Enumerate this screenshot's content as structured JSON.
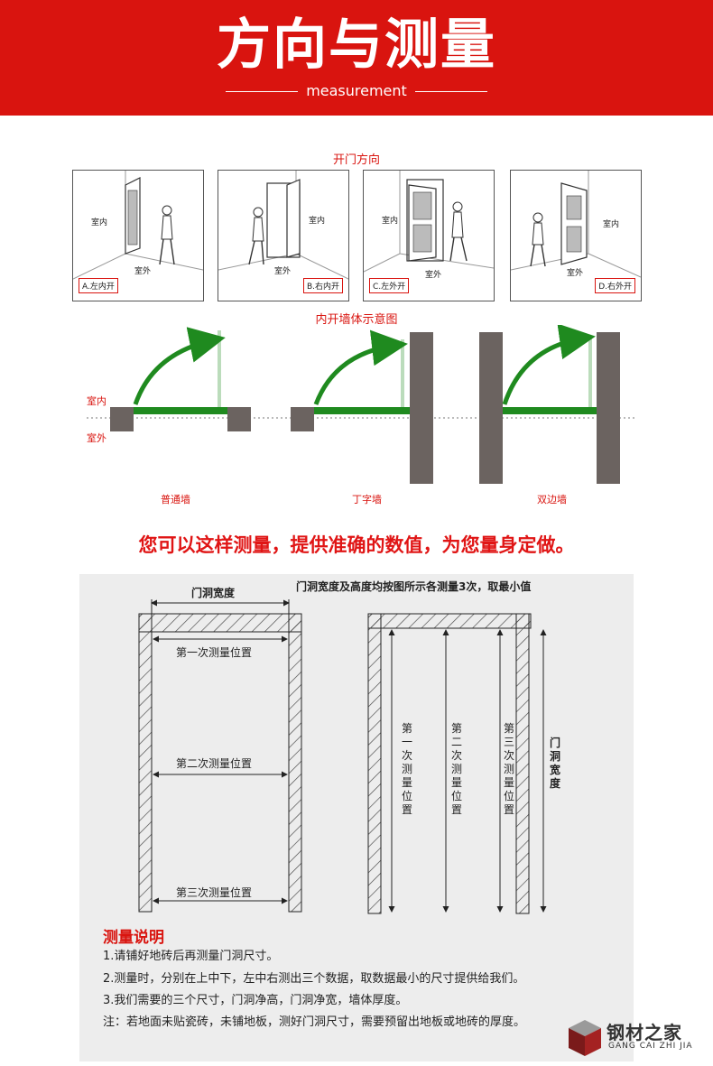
{
  "banner": {
    "title": "方向与测量",
    "subtitle": "measurement"
  },
  "door_direction": {
    "title": "开门方向",
    "panels": [
      {
        "indoor": "室内",
        "outdoor": "室外",
        "label": "A.左内开"
      },
      {
        "indoor": "室内",
        "outdoor": "室外",
        "label": "B.右内开"
      },
      {
        "indoor": "室内",
        "outdoor": "室外",
        "label": "C.左外开"
      },
      {
        "indoor": "室内",
        "outdoor": "室外",
        "label": "D.右外开"
      }
    ]
  },
  "wall_diagram": {
    "title": "内开墙体示意图",
    "indoor": "室内",
    "outdoor": "室外",
    "walls": [
      "普通墙",
      "丁字墙",
      "双边墙"
    ]
  },
  "tagline": "您可以这样测量，提供准确的数值，为您量身定做。",
  "measurement": {
    "instruction": "门洞宽度及高度均按图所示各测量3次，取最小值",
    "width_label": "门洞宽度",
    "horizontal": [
      "第一次测量位置",
      "第二次测量位置",
      "第三次测量位置"
    ],
    "vertical": [
      "第一次测量位置",
      "第二次测量位置",
      "第三次测量位置"
    ],
    "side_label": "门洞宽度"
  },
  "notes": {
    "title": "测量说明",
    "items": [
      "1.请铺好地砖后再测量门洞尺寸。",
      "2.测量时，分别在上中下，左中右测出三个数据，取数据最小的尺寸提供给我们。",
      "3.我们需要的三个尺寸，门洞净高，门洞净宽，墙体厚度。",
      "注：若地面未贴瓷砖，未铺地板，测好门洞尺寸，需要预留出地板或地砖的厚度。"
    ]
  },
  "logo": {
    "cn": "钢材之家",
    "en": "GANG CAI ZHI JIA"
  },
  "colors": {
    "brand_red": "#d9140f",
    "door_green": "#1f8a1f",
    "wall_gray": "#6b6360"
  }
}
